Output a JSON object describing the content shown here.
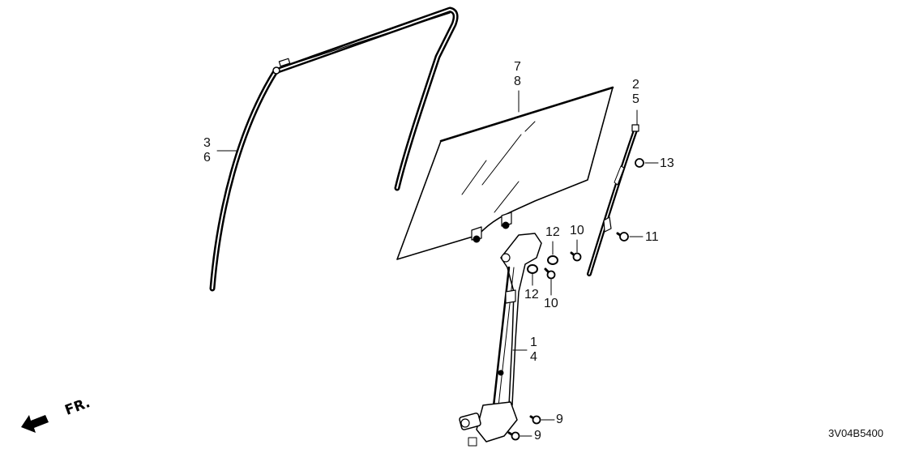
{
  "diagram": {
    "figure_code": "3V04B5400",
    "direction_indicator": "FR.",
    "parts": [
      {
        "id": "sash-channel",
        "labels": [
          "3",
          "6"
        ]
      },
      {
        "id": "door-glass",
        "labels": [
          "7",
          "8"
        ]
      },
      {
        "id": "rear-channel",
        "labels": [
          "2",
          "5"
        ]
      },
      {
        "id": "nut-13",
        "labels": [
          "13"
        ]
      },
      {
        "id": "bolt-11",
        "labels": [
          "11"
        ]
      },
      {
        "id": "nut-12-upper",
        "labels": [
          "12"
        ]
      },
      {
        "id": "bolt-10-upper",
        "labels": [
          "10"
        ]
      },
      {
        "id": "nut-12-lower",
        "labels": [
          "12"
        ]
      },
      {
        "id": "bolt-10-lower",
        "labels": [
          "10"
        ]
      },
      {
        "id": "window-regulator",
        "labels": [
          "1",
          "4"
        ]
      },
      {
        "id": "bolt-9-upper",
        "labels": [
          "9"
        ]
      },
      {
        "id": "bolt-9-lower",
        "labels": [
          "9"
        ]
      }
    ]
  }
}
